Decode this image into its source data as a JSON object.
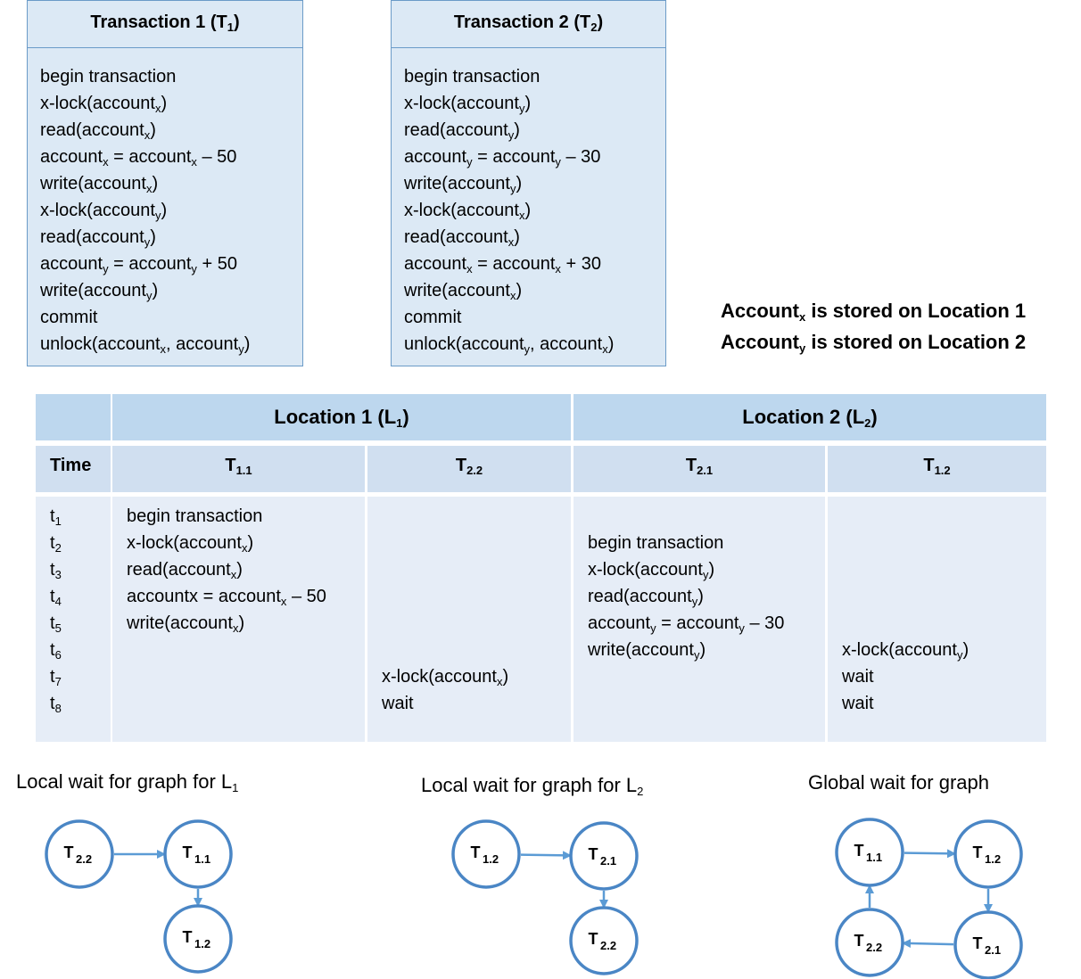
{
  "transaction1": {
    "title": "Transaction  1 (T",
    "title_sub": "1",
    "title_end": ")",
    "lines": [
      {
        "parts": [
          [
            "begin transaction",
            ""
          ]
        ]
      },
      {
        "parts": [
          [
            "x-lock(account",
            "x"
          ],
          [
            ")",
            ""
          ]
        ]
      },
      {
        "parts": [
          [
            "read(account",
            "x"
          ],
          [
            ")",
            ""
          ]
        ]
      },
      {
        "parts": [
          [
            "account",
            "x"
          ],
          [
            " = account",
            "x"
          ],
          [
            " – 50",
            ""
          ]
        ]
      },
      {
        "parts": [
          [
            "write(account",
            "x"
          ],
          [
            ")",
            ""
          ]
        ]
      },
      {
        "parts": [
          [
            "x-lock(account",
            "y"
          ],
          [
            ")",
            ""
          ]
        ]
      },
      {
        "parts": [
          [
            "read(account",
            "y"
          ],
          [
            ")",
            ""
          ]
        ]
      },
      {
        "parts": [
          [
            "account",
            "y"
          ],
          [
            " = account",
            "y"
          ],
          [
            " + 50",
            ""
          ]
        ]
      },
      {
        "parts": [
          [
            "write(account",
            "y"
          ],
          [
            ")",
            ""
          ]
        ]
      },
      {
        "parts": [
          [
            "commit",
            ""
          ]
        ]
      },
      {
        "parts": [
          [
            "unlock(account",
            "x"
          ],
          [
            ", account",
            "y"
          ],
          [
            ")",
            ""
          ]
        ]
      }
    ]
  },
  "transaction2": {
    "title": "Transaction  2 (T",
    "title_sub": "2",
    "title_end": ")",
    "lines": [
      {
        "parts": [
          [
            "begin transaction",
            ""
          ]
        ]
      },
      {
        "parts": [
          [
            "x-lock(account",
            "y"
          ],
          [
            ")",
            ""
          ]
        ]
      },
      {
        "parts": [
          [
            "read(account",
            "y"
          ],
          [
            ")",
            ""
          ]
        ]
      },
      {
        "parts": [
          [
            "account",
            "y"
          ],
          [
            " = account",
            "y"
          ],
          [
            " – 30",
            ""
          ]
        ]
      },
      {
        "parts": [
          [
            "write(account",
            "y"
          ],
          [
            ")",
            ""
          ]
        ]
      },
      {
        "parts": [
          [
            "x-lock(account",
            "x"
          ],
          [
            ")",
            ""
          ]
        ]
      },
      {
        "parts": [
          [
            "read(account",
            "x"
          ],
          [
            ")",
            ""
          ]
        ]
      },
      {
        "parts": [
          [
            "account",
            "x"
          ],
          [
            " = account",
            "x"
          ],
          [
            " + 30",
            ""
          ]
        ]
      },
      {
        "parts": [
          [
            "write(account",
            "x"
          ],
          [
            ")",
            ""
          ]
        ]
      },
      {
        "parts": [
          [
            "commit",
            ""
          ]
        ]
      },
      {
        "parts": [
          [
            "unlock(account",
            "y"
          ],
          [
            ", account",
            "x"
          ],
          [
            ")",
            ""
          ]
        ]
      }
    ]
  },
  "notes": [
    {
      "parts": [
        [
          "Account",
          "x"
        ],
        [
          " is stored on Location 1",
          ""
        ]
      ]
    },
    {
      "parts": [
        [
          "Account",
          "y"
        ],
        [
          " is stored on Location 2",
          ""
        ]
      ]
    }
  ],
  "table": {
    "location1": {
      "text": "Location 1 (L",
      "sub": "1",
      "end": ")"
    },
    "location2": {
      "text": "Location 2 (L",
      "sub": "2",
      "end": ")"
    },
    "time_header": "Time",
    "columns": [
      {
        "text": "T",
        "sub": "1.1"
      },
      {
        "text": "T",
        "sub": "2.2"
      },
      {
        "text": "T",
        "sub": "2.1"
      },
      {
        "text": "T",
        "sub": "1.2"
      }
    ],
    "times": [
      {
        "text": "t",
        "sub": "1"
      },
      {
        "text": "t",
        "sub": "2"
      },
      {
        "text": "t",
        "sub": "3"
      },
      {
        "text": "t",
        "sub": "4"
      },
      {
        "text": "t",
        "sub": "5"
      },
      {
        "text": "t",
        "sub": "6"
      },
      {
        "text": "t",
        "sub": "7"
      },
      {
        "text": "t",
        "sub": "8"
      }
    ],
    "cells": [
      [
        {
          "parts": [
            [
              "begin transaction",
              ""
            ]
          ]
        },
        {
          "parts": [
            [
              "x-lock(account",
              "x"
            ],
            [
              ")",
              ""
            ]
          ]
        },
        {
          "parts": [
            [
              "read(account",
              "x"
            ],
            [
              ")",
              ""
            ]
          ]
        },
        {
          "parts": [
            [
              "accountx = account",
              "x"
            ],
            [
              " – 50",
              ""
            ]
          ]
        },
        {
          "parts": [
            [
              "write(account",
              "x"
            ],
            [
              ")",
              ""
            ]
          ]
        },
        null,
        null,
        null
      ],
      [
        null,
        null,
        null,
        null,
        null,
        null,
        {
          "parts": [
            [
              "x-lock(account",
              "x"
            ],
            [
              ")",
              ""
            ]
          ]
        },
        {
          "parts": [
            [
              "wait",
              ""
            ]
          ]
        }
      ],
      [
        null,
        {
          "parts": [
            [
              "begin transaction",
              ""
            ]
          ]
        },
        {
          "parts": [
            [
              "x-lock(account",
              "y"
            ],
            [
              ")",
              ""
            ]
          ]
        },
        {
          "parts": [
            [
              "read(account",
              "y"
            ],
            [
              ")",
              ""
            ]
          ]
        },
        {
          "parts": [
            [
              "account",
              "y"
            ],
            [
              " = account",
              "y"
            ],
            [
              " – 30",
              ""
            ]
          ]
        },
        {
          "parts": [
            [
              "write(account",
              "y"
            ],
            [
              ")",
              ""
            ]
          ]
        },
        null,
        null
      ],
      [
        null,
        null,
        null,
        null,
        null,
        {
          "parts": [
            [
              "x-lock(account",
              "y"
            ],
            [
              ")",
              ""
            ]
          ]
        },
        {
          "parts": [
            [
              "wait",
              ""
            ]
          ]
        },
        {
          "parts": [
            [
              "wait",
              ""
            ]
          ]
        }
      ]
    ]
  },
  "graphs": [
    {
      "title": "Local wait for graph for L",
      "title_sub": "1",
      "nodes": [
        {
          "id": "a",
          "text": "T",
          "sub": "2.2"
        },
        {
          "id": "b",
          "text": "T",
          "sub": "1.1"
        },
        {
          "id": "c",
          "text": "T",
          "sub": "1.2"
        }
      ],
      "edges": [
        [
          "a",
          "b"
        ],
        [
          "b",
          "c"
        ]
      ]
    },
    {
      "title": "Local wait for graph for L",
      "title_sub": "2",
      "nodes": [
        {
          "id": "a",
          "text": "T",
          "sub": "1.2"
        },
        {
          "id": "b",
          "text": "T",
          "sub": "2.1"
        },
        {
          "id": "c",
          "text": "T",
          "sub": "2.2"
        }
      ],
      "edges": [
        [
          "a",
          "b"
        ],
        [
          "b",
          "c"
        ]
      ]
    },
    {
      "title": "Global wait for graph",
      "title_sub": "",
      "nodes": [
        {
          "id": "a",
          "text": "T",
          "sub": "1.1"
        },
        {
          "id": "b",
          "text": "T",
          "sub": "1.2"
        },
        {
          "id": "c",
          "text": "T",
          "sub": "2.1"
        },
        {
          "id": "d",
          "text": "T",
          "sub": "2.2"
        }
      ],
      "edges": [
        [
          "a",
          "b"
        ],
        [
          "b",
          "c"
        ],
        [
          "c",
          "d"
        ],
        [
          "d",
          "a"
        ]
      ]
    }
  ],
  "colors": {
    "box_fill": "#dce9f5",
    "box_border": "#6b9bc8",
    "node_stroke": "#4a86c5",
    "arrow": "#5b9bd5"
  }
}
